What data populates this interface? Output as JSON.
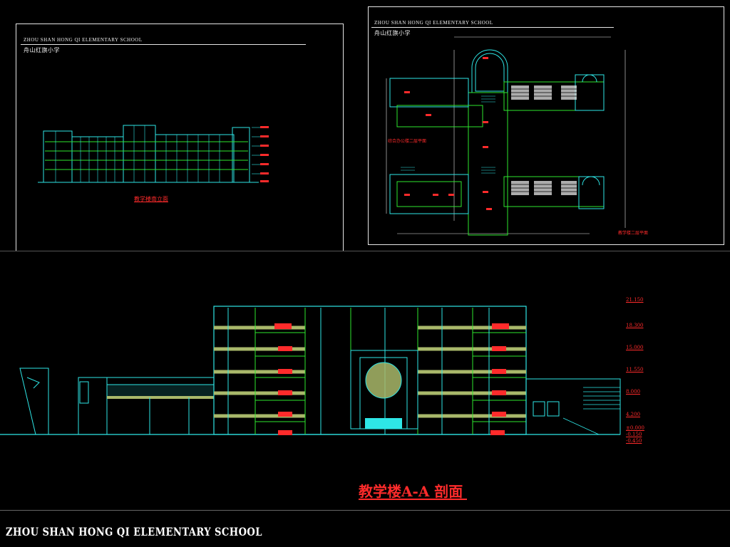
{
  "sheet_elevation": {
    "school_title": "ZHOU SHAN HONG QI ELEMENTARY SCHOOL",
    "school_name_cn": "舟山红旗小学",
    "drawing_label": "教学楼南立面"
  },
  "sheet_plan": {
    "school_title": "ZHOU SHAN HONG QI ELEMENTARY SCHOOL",
    "school_name_cn": "舟山红旗小学",
    "left_plan_label": "综合办公楼二层平面",
    "right_plan_label": "教学楼二层平面"
  },
  "section": {
    "drawing_label": "教学楼A-A 剖面",
    "level_marks": [
      "21.150",
      "18.300",
      "15.000",
      "11.550",
      "8.000",
      "4.200",
      "±0.000",
      "-0.150",
      "-0.450"
    ]
  },
  "footer": {
    "school_title": "ZHOU SHAN HONG QI ELEMENTARY SCHOOL"
  },
  "colors": {
    "background": "#000000",
    "frame": "#e6e6e6",
    "cyan": "#2ee6e6",
    "green": "#2ee62e",
    "red": "#ff2b2b",
    "olive": "#a9b86a"
  }
}
